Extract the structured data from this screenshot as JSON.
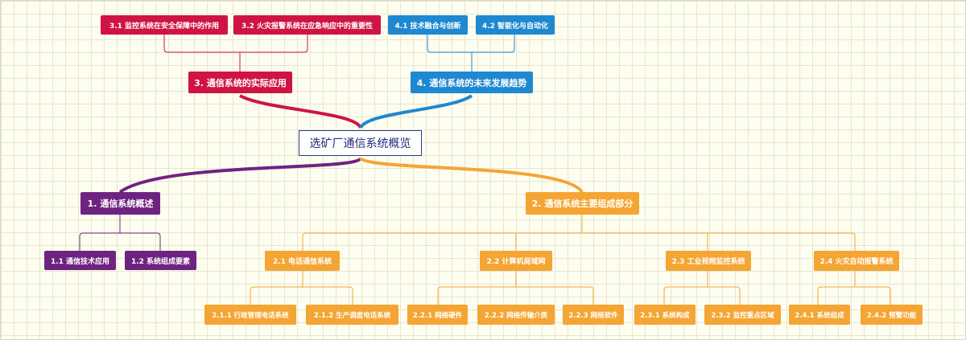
{
  "colors": {
    "red": "#cf1444",
    "blue": "#1e88d0",
    "purple": "#6f2381",
    "orange": "#f4a533",
    "root_border": "#2d3a8c",
    "root_text": "#1f2d7a"
  },
  "root": {
    "label": "选矿厂通信系统概览"
  },
  "branch_overview": {
    "label": "1. 通信系统概述",
    "children": [
      "1.1 通信技术应用",
      "1.2 系统组成要素"
    ]
  },
  "branch_components": {
    "label": "2. 通信系统主要组成部分",
    "children": [
      {
        "label": "2.1 电话通信系统",
        "children": [
          "2.1.1 行政管理电话系统",
          "2.1.2 生产调度电话系统"
        ]
      },
      {
        "label": "2.2 计算机局域网",
        "children": [
          "2.2.1 网络硬件",
          "2.2.2 网络传输介质",
          "2.2.3 网络软件"
        ]
      },
      {
        "label": "2.3 工业视频监控系统",
        "children": [
          "2.3.1 系统构成",
          "2.3.2 监控重点区域"
        ]
      },
      {
        "label": "2.4 火灾自动报警系统",
        "children": [
          "2.4.1 系统组成",
          "2.4.2 预警功能"
        ]
      }
    ]
  },
  "branch_applications": {
    "label": "3. 通信系统的实际应用",
    "children": [
      "3.1 监控系统在安全保障中的作用",
      "3.2 火灾报警系统在应急响应中的重要性"
    ]
  },
  "branch_trends": {
    "label": "4. 通信系统的未来发展趋势",
    "children": [
      "4.1 技术融合与创新",
      "4.2 智能化与自动化"
    ]
  }
}
